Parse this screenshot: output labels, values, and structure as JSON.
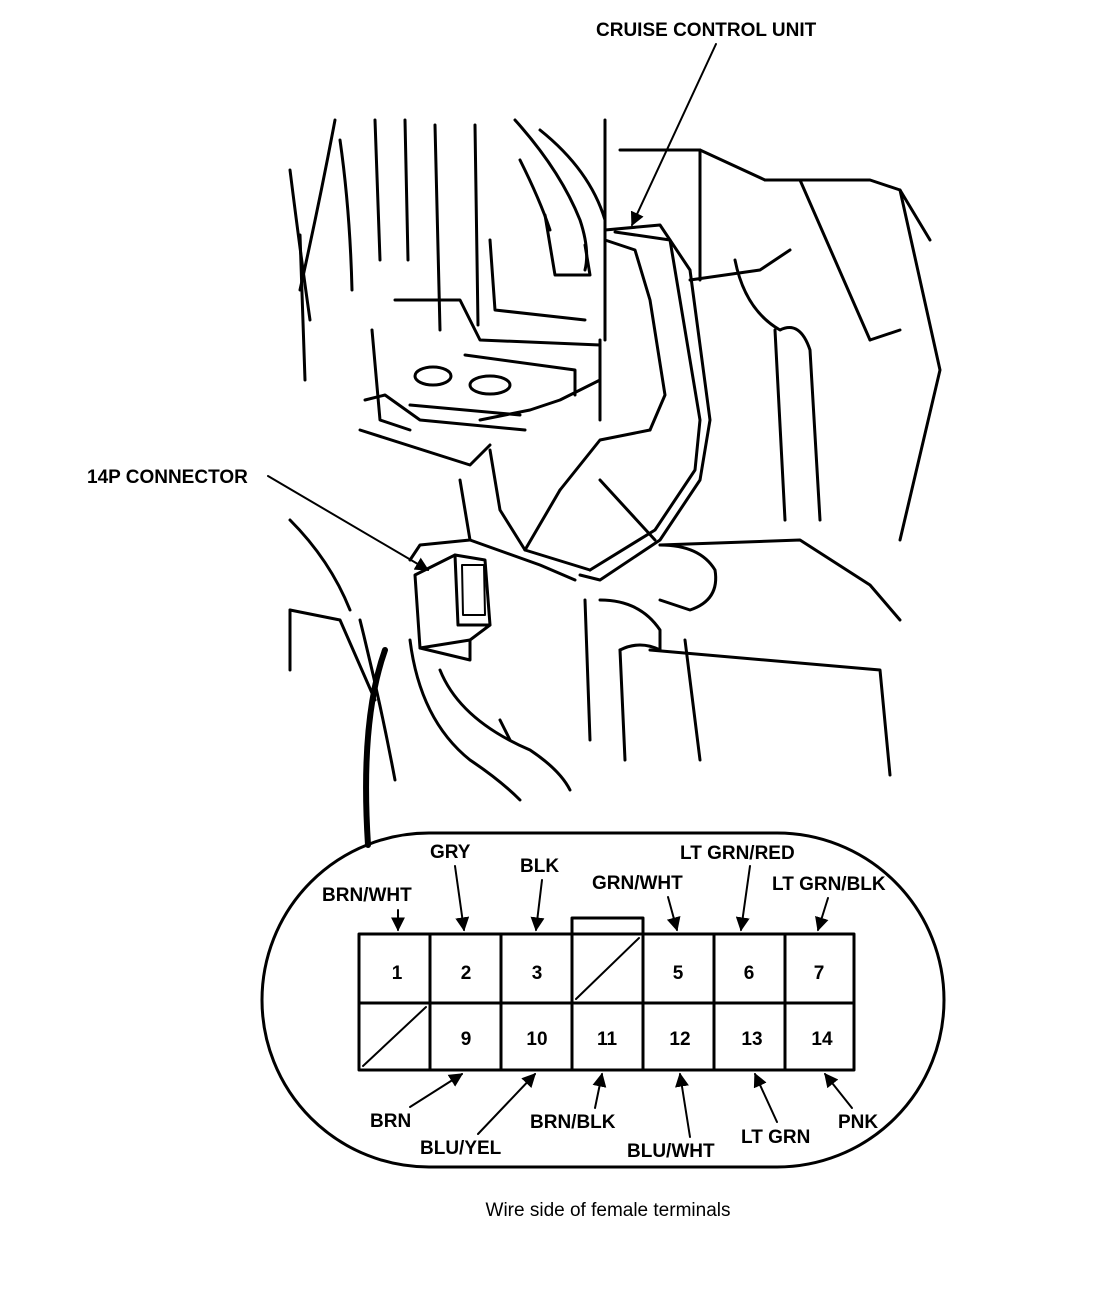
{
  "callouts": {
    "cruise_control_unit": "CRUISE CONTROL UNIT",
    "connector_14p": "14P CONNECTOR"
  },
  "terminals": {
    "t1": "1",
    "t2": "2",
    "t3": "3",
    "t5": "5",
    "t6": "6",
    "t7": "7",
    "t9": "9",
    "t10": "10",
    "t11": "11",
    "t12": "12",
    "t13": "13",
    "t14": "14"
  },
  "wires": {
    "t1": "BRN/WHT",
    "t2": "GRY",
    "t3": "BLK",
    "t5": "GRN/WHT",
    "t6": "LT GRN/RED",
    "t7": "LT GRN/BLK",
    "t9": "BRN",
    "t10": "BLU/YEL",
    "t11": "BRN/BLK",
    "t12": "BLU/WHT",
    "t13": "LT GRN",
    "t14": "PNK"
  },
  "caption": "Wire side of female terminals"
}
